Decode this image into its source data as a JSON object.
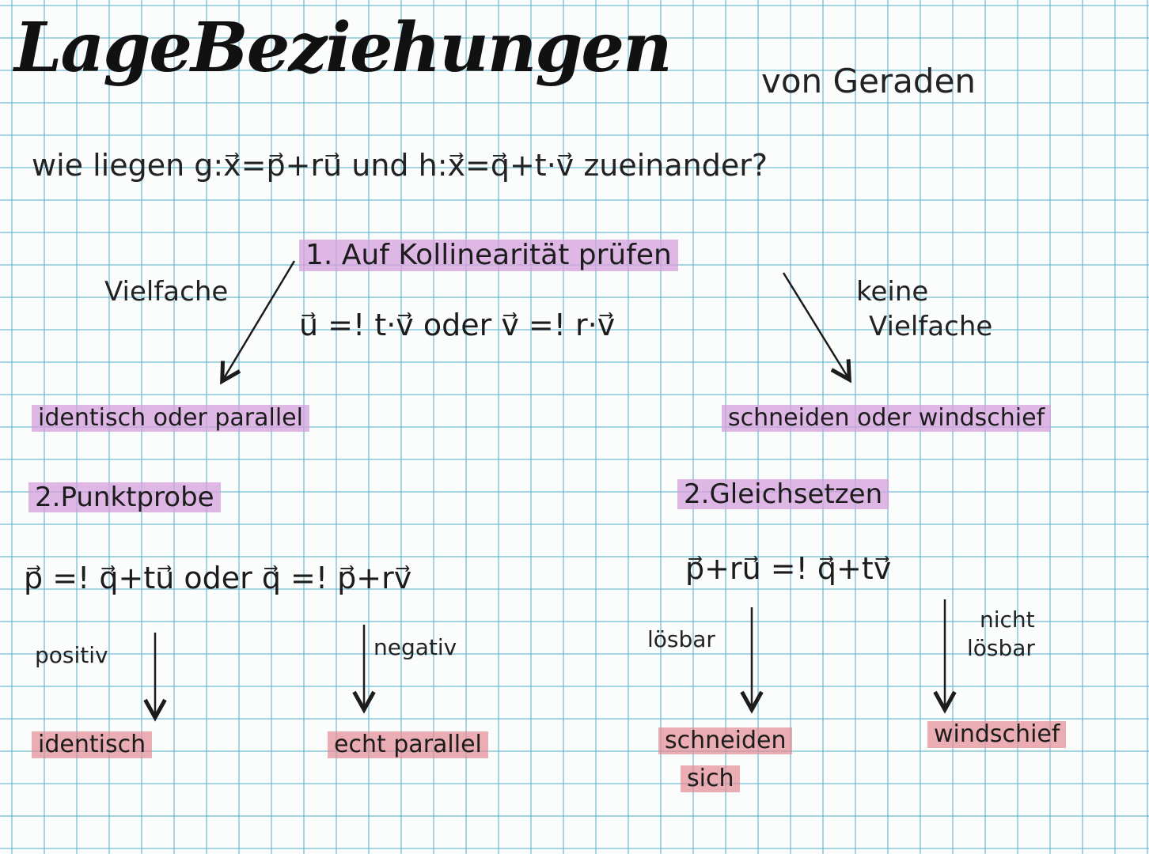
{
  "title": "LageBeziehungen",
  "subtitle": "von Geraden",
  "question": "wie liegen g:x⃗=p⃗+ru⃗ und h:x⃗=q⃗+t·v⃗ zueinander?",
  "step1": {
    "label": "1. Auf Kollinearität prüfen",
    "formula": "u⃗ =! t·v⃗  oder  v⃗ =! r·v⃗"
  },
  "branch_left": {
    "condition": "Vielfache",
    "result": "identisch oder parallel",
    "step": "2.Punktprobe",
    "formula": "p⃗ =! q⃗+tu⃗ oder q⃗ =! p⃗+rv⃗",
    "positive_label": "positiv",
    "negative_label": "negativ",
    "positive_result": "identisch",
    "negative_result": "echt parallel"
  },
  "branch_right": {
    "condition_line1": "keine",
    "condition_line2": "Vielfache",
    "result": "schneiden oder windschief",
    "step": "2.Gleichsetzen",
    "formula": "p⃗+ru⃗ =! q⃗+tv⃗",
    "solvable_label": "lösbar",
    "unsolvable_label_line1": "nicht",
    "unsolvable_label_line2": "lösbar",
    "solvable_result_line1": "schneiden",
    "solvable_result_line2": "sich",
    "unsolvable_result": "windschief"
  },
  "colors": {
    "grid": "#60b2ce",
    "highlight_purple": "#d4a0de",
    "highlight_red": "#e28c96",
    "ink": "#1c1c1c"
  }
}
